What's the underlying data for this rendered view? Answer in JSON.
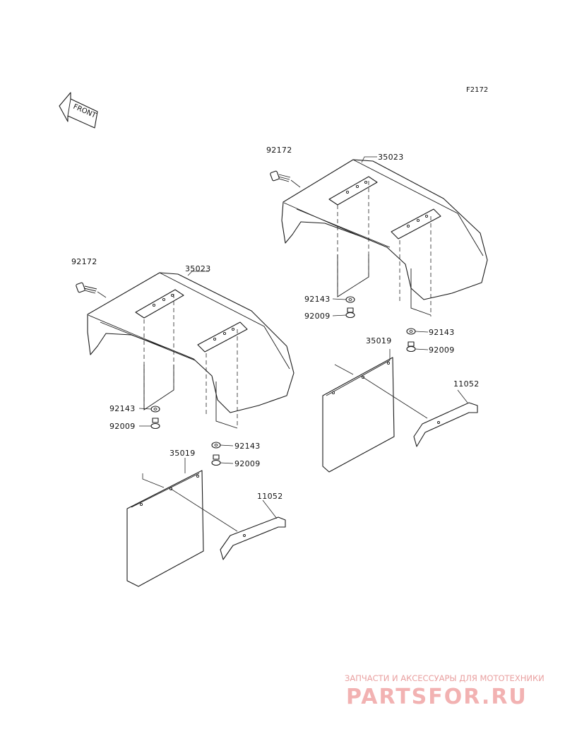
{
  "diagram": {
    "figure_code": "F2172",
    "front_label": "FRONT",
    "left_assembly": {
      "bolt_top": "92172",
      "fender": "35023",
      "washer_a": "92143",
      "bolt_a": "92009",
      "washer_b": "92143",
      "bolt_b": "92009",
      "mudflap": "35019",
      "bracket": "11052"
    },
    "right_assembly": {
      "bolt_top": "92172",
      "fender": "35023",
      "washer_a": "92143",
      "bolt_a": "92009",
      "washer_b": "92143",
      "bolt_b": "92009",
      "mudflap": "35019",
      "bracket": "11052"
    }
  },
  "watermark": {
    "tagline": "ЗАПЧАСТИ И АКСЕССУАРЫ ДЛЯ МОТОТЕХНИКИ",
    "site": "PARTSFOR.RU"
  },
  "colors": {
    "line": "#1a1a1a",
    "watermark": "#f2b2b2"
  }
}
